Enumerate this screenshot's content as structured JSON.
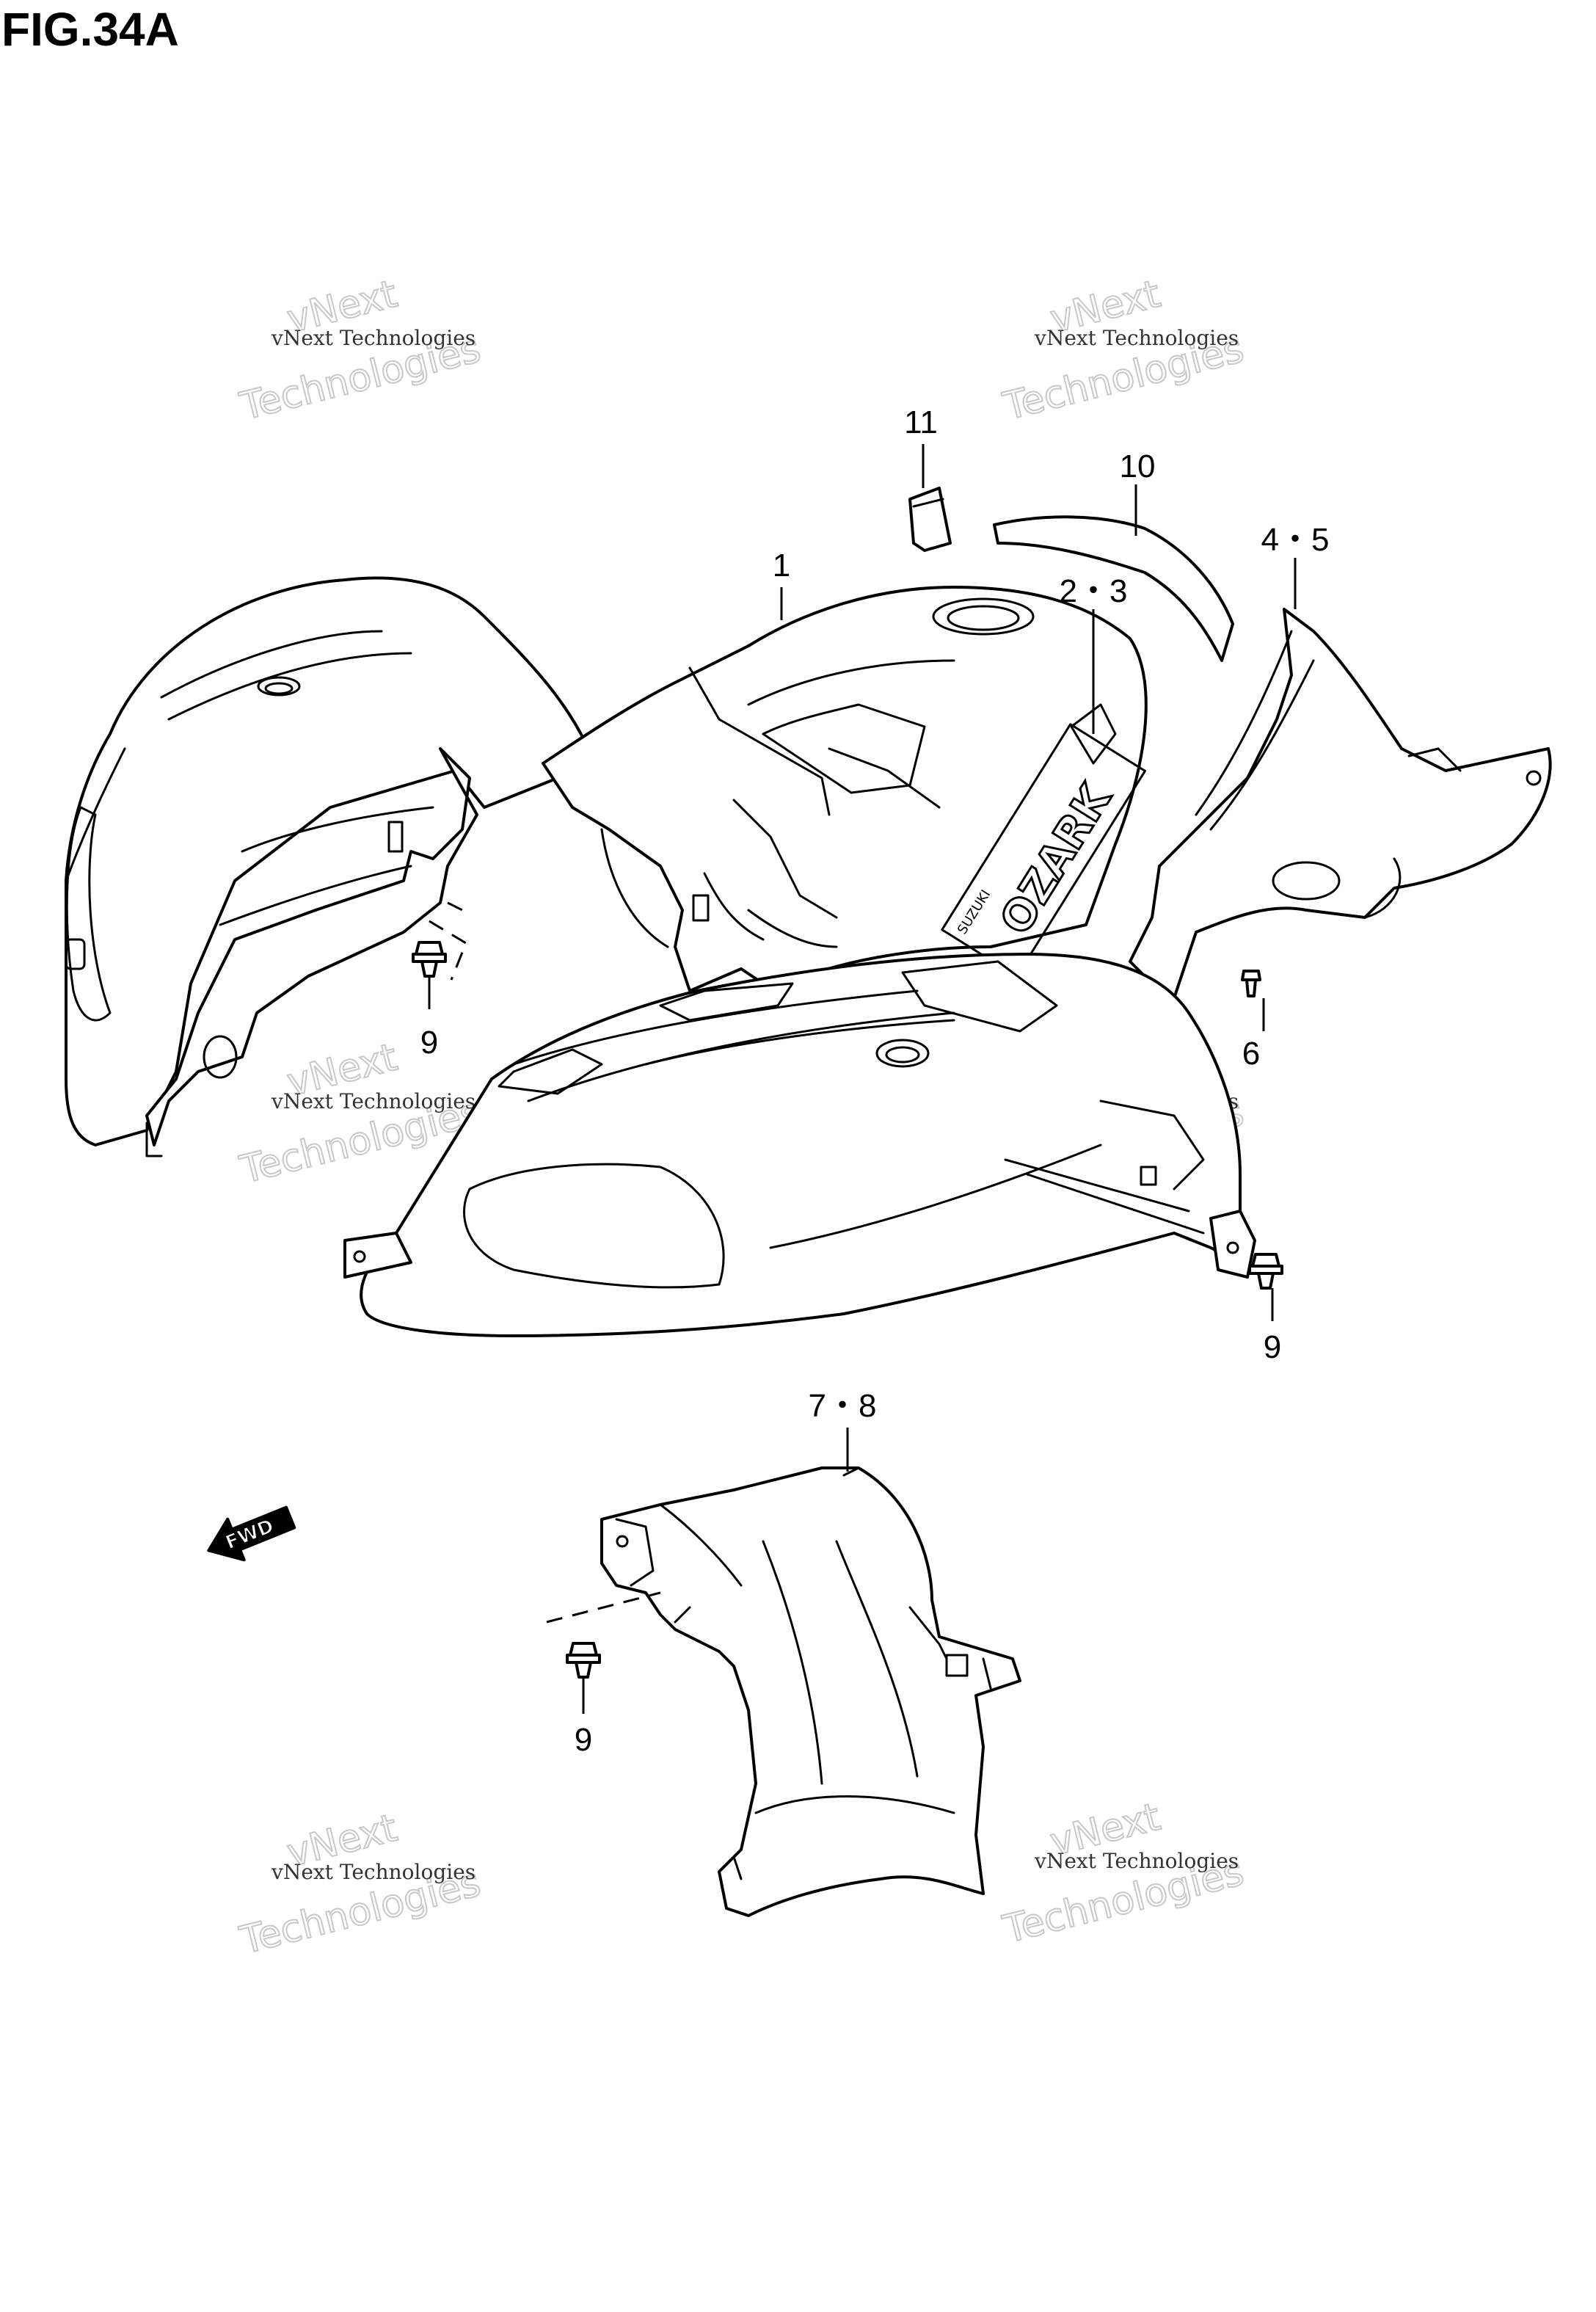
{
  "figure": {
    "title": "FIG.34A"
  },
  "callouts": [
    {
      "id": "c1",
      "label": "1"
    },
    {
      "id": "c23",
      "label": "2・3"
    },
    {
      "id": "c45",
      "label": "4・5"
    },
    {
      "id": "c6",
      "label": "6"
    },
    {
      "id": "c78",
      "label": "7・8"
    },
    {
      "id": "c9a",
      "label": "9"
    },
    {
      "id": "c9b",
      "label": "9"
    },
    {
      "id": "c9c",
      "label": "9"
    },
    {
      "id": "c10",
      "label": "10"
    },
    {
      "id": "c11",
      "label": "11"
    }
  ],
  "emblem": {
    "brand": "SUZUKI",
    "model": "OZARK"
  },
  "fwd_arrow": {
    "label": "FWD"
  },
  "watermark": {
    "small": "vNext Technologies",
    "top_word": "vNext",
    "bottom_word": "Technologies"
  }
}
